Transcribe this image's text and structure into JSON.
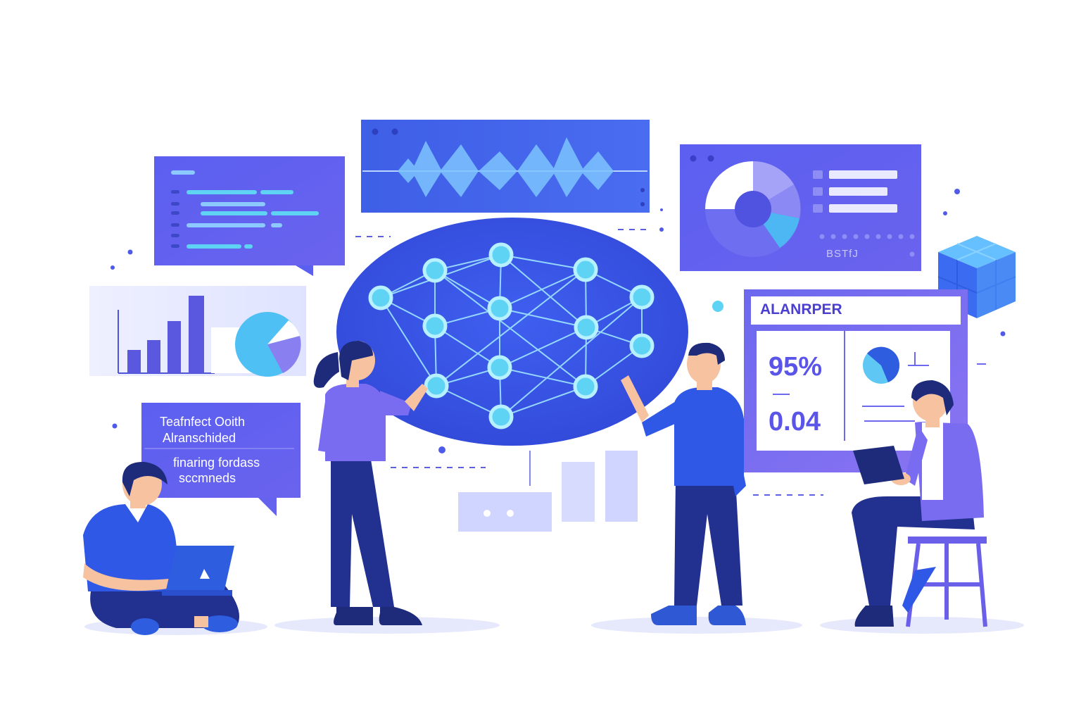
{
  "note_panel": {
    "line1": "Teafnfect Ooith",
    "line2": "Alranschided",
    "line3": "finaring fordass",
    "line4": "sccmneds"
  },
  "metrics_panel": {
    "title": "ALANRPER",
    "value_primary": "95%",
    "value_secondary": "0.04"
  },
  "dashboard_panel": {
    "caption": "BSTfJ"
  },
  "colors": {
    "primary": "#4f5be8",
    "deep_blue": "#2f48d9",
    "violet": "#7a6cf0",
    "cyan": "#5fd3f3",
    "navy": "#1d2a8c",
    "background": "#ffffff"
  },
  "icons": [
    "neural-network-icon",
    "cube-icon",
    "laptop-icon",
    "tablet-icon"
  ]
}
